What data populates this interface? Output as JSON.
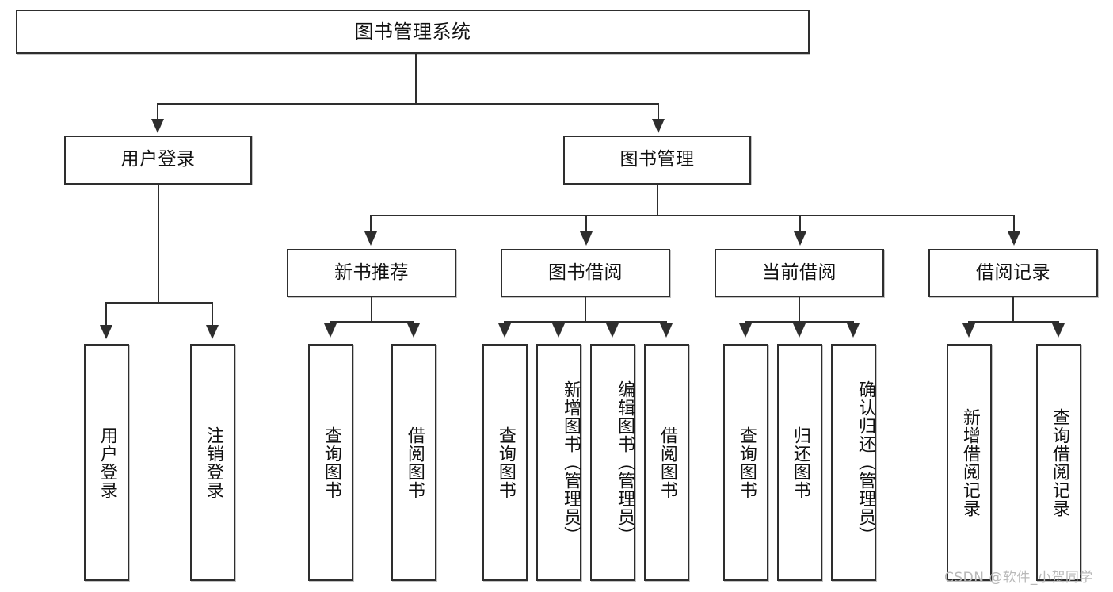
{
  "diagram": {
    "title": "图书管理系统",
    "type": "hierarchy-tree",
    "levels": 4
  },
  "root": {
    "label": "图书管理系统"
  },
  "branches": [
    {
      "label": "用户登录",
      "children": [
        {
          "label": "用户登录"
        },
        {
          "label": "注销登录"
        }
      ]
    },
    {
      "label": "图书管理",
      "groups": [
        {
          "label": "新书推荐",
          "children": [
            {
              "label": "查询图书"
            },
            {
              "label": "借阅图书"
            }
          ]
        },
        {
          "label": "图书借阅",
          "children": [
            {
              "label": "查询图书"
            },
            {
              "label": "新增图书（管理员）"
            },
            {
              "label": "编辑图书（管理员）"
            },
            {
              "label": "借阅图书"
            }
          ]
        },
        {
          "label": "当前借阅",
          "children": [
            {
              "label": "查询图书"
            },
            {
              "label": "归还图书"
            },
            {
              "label": "确认归还（管理员）"
            }
          ]
        },
        {
          "label": "借阅记录",
          "children": [
            {
              "label": "新增借阅记录"
            },
            {
              "label": "查询借阅记录"
            }
          ]
        }
      ]
    }
  ],
  "watermark": {
    "text": "CSDN @软件_小贺同学"
  },
  "colors": {
    "stroke": "#2e2e2e",
    "fill": "#ffffff",
    "text": "#111111",
    "watermark": "#b9b9b9"
  }
}
